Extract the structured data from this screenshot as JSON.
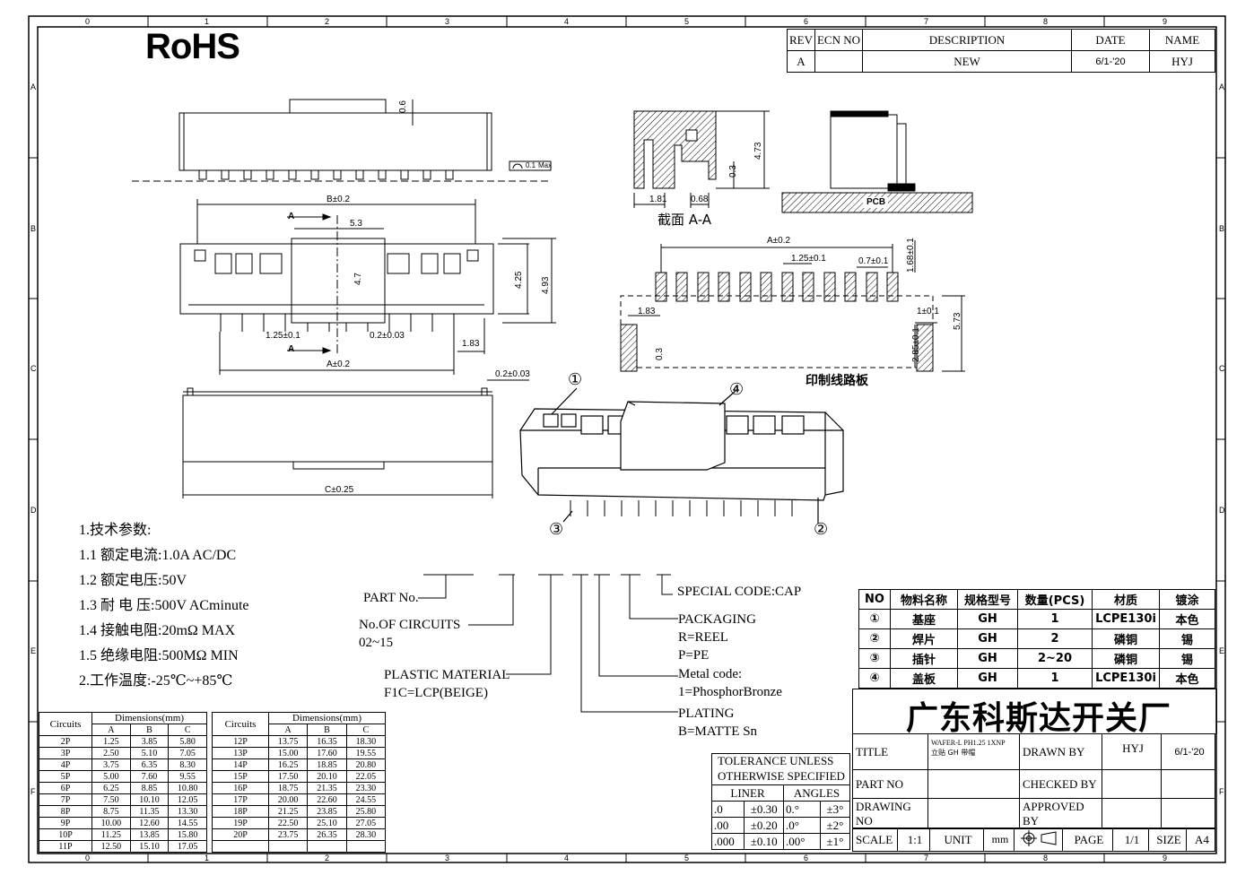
{
  "rohs": "RoHS",
  "border": {
    "cols": [
      "0",
      "1",
      "2",
      "3",
      "4",
      "5",
      "6",
      "7",
      "8",
      "9"
    ],
    "rows": [
      "A",
      "B",
      "C",
      "D",
      "E",
      "F"
    ]
  },
  "revision": {
    "headers": [
      "REV",
      "ECN NO",
      "DESCRIPTION",
      "DATE",
      "NAME"
    ],
    "row": [
      "A",
      "",
      "NEW",
      "6/1-'20",
      "HYJ"
    ]
  },
  "dims": {
    "d06": "0.6",
    "flat": "0.1",
    "flat_box": "Max",
    "b02": "B±0.2",
    "d53": "5.3",
    "d47": "4.7",
    "d425": "4.25",
    "d493": "4.93",
    "d125": "1.25±0.1",
    "d02a": "0.2±0.03",
    "d183": "1.83",
    "a02": "A±0.2",
    "section_a": "A",
    "c025": "C±0.25",
    "d02b": "0.2±0.03",
    "s181": "1.81",
    "s068": "0.68",
    "s03": "0.3",
    "s473": "4.73",
    "section_label": "截面  A-A",
    "pcb": "PCB",
    "p_a02": "A±0.2",
    "p_125": "1.25±0.1",
    "p_07": "0.7±0.1",
    "p_168": "1.68±0.1",
    "p_183": "1.83",
    "p_1": "1±0.1",
    "p_573": "5.73",
    "p_03": "0.3",
    "p_285": "2.85±0.1",
    "pcb_cn": "印制线路板"
  },
  "callouts": [
    "①",
    "②",
    "③",
    "④"
  ],
  "specs": {
    "title": "1.技术参数:",
    "items": [
      "1.1 额定电流:1.0A AC/DC",
      "1.2 额定电压:50V",
      "1.3 耐 电 压:500V ACminute",
      "1.4 接触电阻:20mΩ MAX",
      "1.5 绝缘电阻:500MΩ MIN",
      "2.工作温度:-25℃~+85℃"
    ]
  },
  "part_number": {
    "part_no": "PART No.",
    "circuits": "No.OF CIRCUITS",
    "circuits_range": "02~15",
    "plastic": "PLASTIC MATERIAL",
    "plastic_val": "F1C=LCP(BEIGE)",
    "special": "SPECIAL CODE:CAP",
    "packaging": "PACKAGING",
    "reel": "R=REEL",
    "pe": "P=PE",
    "metal": "Metal code:",
    "metal_val": "1=PhosphorBronze",
    "plating": "PLATING",
    "plating_val": "B=MATTE Sn"
  },
  "dim_table": {
    "h_circuits": "Circuits",
    "h_dims": "Dimensions(mm)",
    "h_a": "A",
    "h_b": "B",
    "h_c": "C",
    "left": [
      [
        "2P",
        "1.25",
        "3.85",
        "5.80"
      ],
      [
        "3P",
        "2.50",
        "5.10",
        "7.05"
      ],
      [
        "4P",
        "3.75",
        "6.35",
        "8.30"
      ],
      [
        "5P",
        "5.00",
        "7.60",
        "9.55"
      ],
      [
        "6P",
        "6.25",
        "8.85",
        "10.80"
      ],
      [
        "7P",
        "7.50",
        "10.10",
        "12.05"
      ],
      [
        "8P",
        "8.75",
        "11.35",
        "13.30"
      ],
      [
        "9P",
        "10.00",
        "12.60",
        "14.55"
      ],
      [
        "10P",
        "11.25",
        "13.85",
        "15.80"
      ],
      [
        "11P",
        "12.50",
        "15.10",
        "17.05"
      ]
    ],
    "right": [
      [
        "12P",
        "13.75",
        "16.35",
        "18.30"
      ],
      [
        "13P",
        "15.00",
        "17.60",
        "19.55"
      ],
      [
        "14P",
        "16.25",
        "18.85",
        "20.80"
      ],
      [
        "15P",
        "17.50",
        "20.10",
        "22.05"
      ],
      [
        "16P",
        "18.75",
        "21.35",
        "23.30"
      ],
      [
        "17P",
        "20.00",
        "22.60",
        "24.55"
      ],
      [
        "18P",
        "21.25",
        "23.85",
        "25.80"
      ],
      [
        "19P",
        "22.50",
        "25.10",
        "27.05"
      ],
      [
        "20P",
        "23.75",
        "26.35",
        "28.30"
      ],
      [
        "",
        "",
        "",
        ""
      ]
    ]
  },
  "bom": {
    "headers": [
      "NO",
      "物料名称",
      "规格型号",
      "数量(PCS)",
      "材质",
      "镀涂"
    ],
    "rows": [
      [
        "①",
        "基座",
        "GH",
        "1",
        "LCPE130i",
        "本色"
      ],
      [
        "②",
        "焊片",
        "GH",
        "2",
        "磷铜",
        "锡"
      ],
      [
        "③",
        "插针",
        "GH",
        "2~20",
        "磷铜",
        "锡"
      ],
      [
        "④",
        "盖板",
        "GH",
        "1",
        "LCPE130i",
        "本色"
      ]
    ]
  },
  "company": "广东科斯达开关厂",
  "tolerance": {
    "l1": "TOLERANCE UNLESS",
    "l2": "OTHERWISE SPECIFIED",
    "liner": "LINER",
    "angles": "ANGLES",
    "rows": [
      [
        ".0",
        "±0.30",
        "0.°",
        "±3°"
      ],
      [
        ".00",
        "±0.20",
        ".0°",
        "±2°"
      ],
      [
        ".000",
        "±0.10",
        ".00°",
        "±1°"
      ]
    ]
  },
  "title_block": {
    "title": "TITLE",
    "title_val_1": "WAFER-L PH1.25 1XNP",
    "title_val_2": "立贴 GH  带帽",
    "drawn_by": "DRAWN BY",
    "drawn_name": "HYJ",
    "drawn_date": "6/1-'20",
    "part_no": "PART NO",
    "checked_by": "CHECKED BY",
    "drawing_no": "DRAWING NO",
    "approved_by": "APPROVED BY",
    "scale": "SCALE",
    "scale_val": "1:1",
    "unit": "UNIT",
    "unit_val": "mm",
    "page": "PAGE",
    "page_val": "1/1",
    "size": "SIZE",
    "size_val": "A4"
  }
}
